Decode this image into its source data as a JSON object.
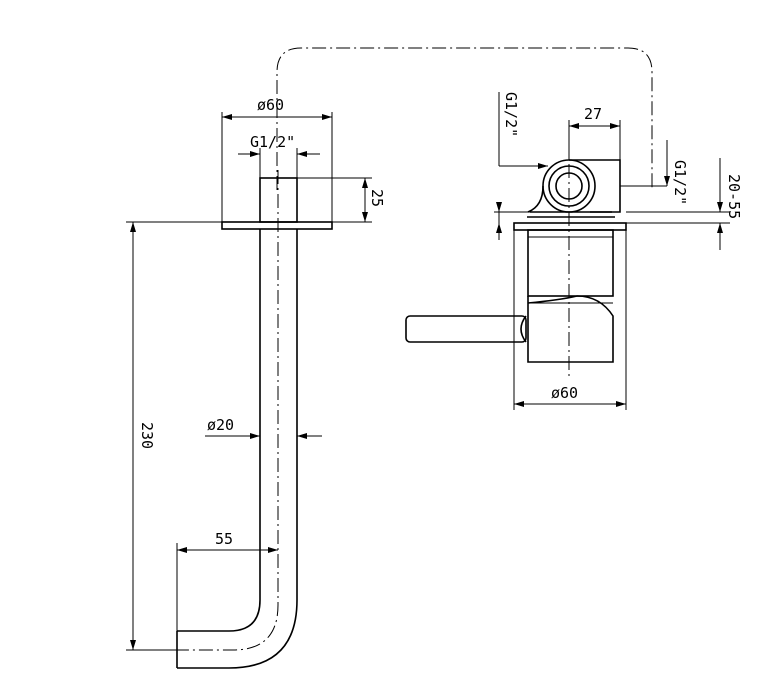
{
  "labels": {
    "spout_flange_diameter": "ø60",
    "spout_thread": "G1/2\"",
    "spout_thread_depth": "25",
    "spout_length": "230",
    "spout_tube_diameter": "ø20",
    "spout_projection": "55",
    "valve_thread_top": "G1/2\"",
    "valve_outlet_offset": "27",
    "valve_thread_right": "G1/2\"",
    "valve_depth_range": "20-55",
    "valve_diameter": "ø60"
  }
}
